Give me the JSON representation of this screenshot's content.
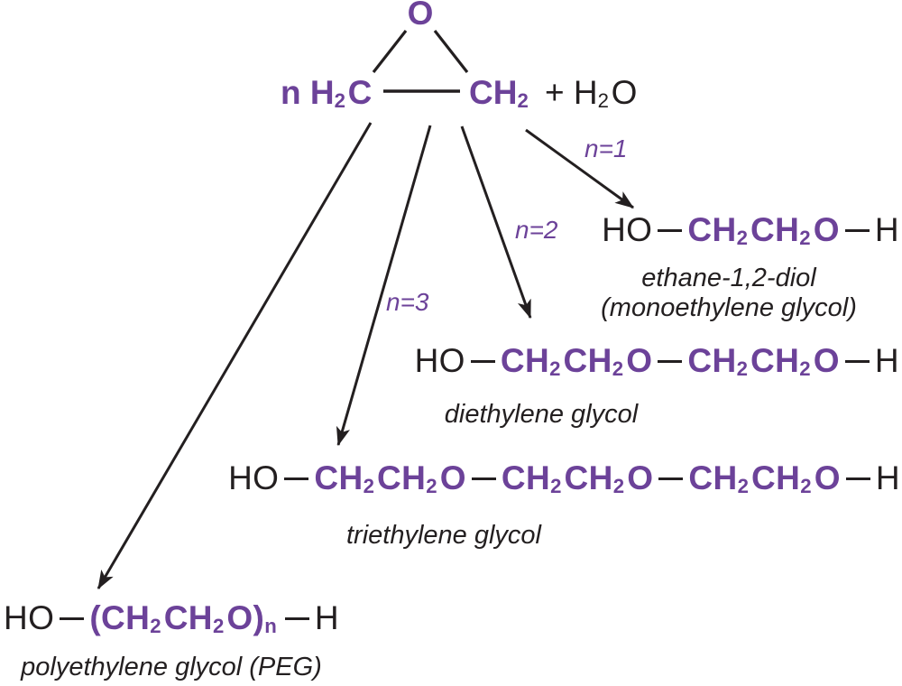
{
  "colors": {
    "purple": "#6C4299",
    "black": "#231F20",
    "background": "#FFFFFF"
  },
  "reactant": {
    "oxygen": "O",
    "left_group": "n H2C",
    "right_group": "CH2",
    "water": "+ H2O"
  },
  "branches": [
    {
      "label": "n=1"
    },
    {
      "label": "n=2"
    },
    {
      "label": "n=3"
    }
  ],
  "products": [
    {
      "formula": [
        {
          "t": "HO",
          "c": "black"
        },
        {
          "t": "bond",
          "c": "black"
        },
        {
          "t": "CH2CH2O",
          "c": "purple"
        },
        {
          "t": "bond",
          "c": "black"
        },
        {
          "t": "H",
          "c": "black"
        }
      ],
      "names": [
        "ethane-1,2-diol",
        "(monoethylene glycol)"
      ]
    },
    {
      "formula": [
        {
          "t": "HO",
          "c": "black"
        },
        {
          "t": "bond",
          "c": "black"
        },
        {
          "t": "CH2CH2O",
          "c": "purple"
        },
        {
          "t": "bond",
          "c": "black"
        },
        {
          "t": "CH2CH2O",
          "c": "purple"
        },
        {
          "t": "bond",
          "c": "black"
        },
        {
          "t": "H",
          "c": "black"
        }
      ],
      "names": [
        "diethylene glycol"
      ]
    },
    {
      "formula": [
        {
          "t": "HO",
          "c": "black"
        },
        {
          "t": "bond",
          "c": "black"
        },
        {
          "t": "CH2CH2O",
          "c": "purple"
        },
        {
          "t": "bond",
          "c": "black"
        },
        {
          "t": "CH2CH2O",
          "c": "purple"
        },
        {
          "t": "bond",
          "c": "black"
        },
        {
          "t": "CH2CH2O",
          "c": "purple"
        },
        {
          "t": "bond",
          "c": "black"
        },
        {
          "t": "H",
          "c": "black"
        }
      ],
      "names": [
        "triethylene glycol"
      ]
    },
    {
      "formula": [
        {
          "t": "HO",
          "c": "black"
        },
        {
          "t": "bond",
          "c": "black"
        },
        {
          "t": "(CH2CH2O)_n",
          "c": "purple"
        },
        {
          "t": "bond",
          "c": "black"
        },
        {
          "t": "H",
          "c": "black"
        }
      ],
      "names": [
        "polyethylene glycol (PEG)"
      ]
    }
  ]
}
